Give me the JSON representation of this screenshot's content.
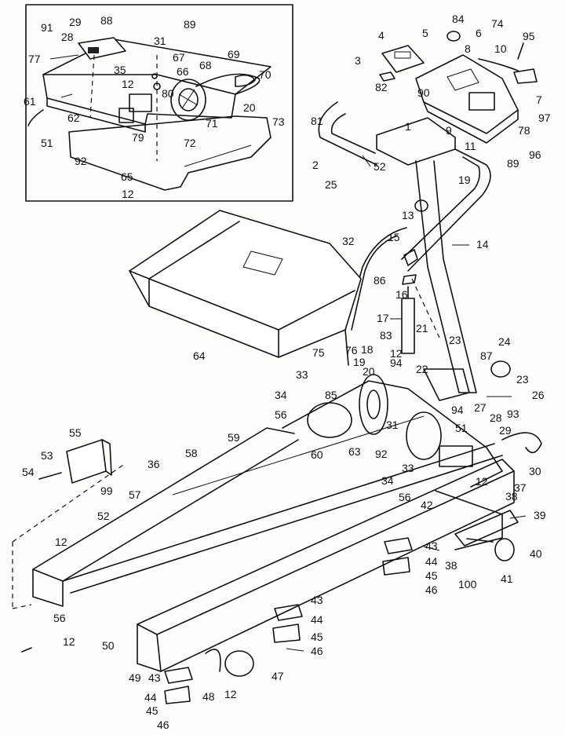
{
  "diagram": {
    "callouts": [
      "1",
      "2",
      "3",
      "4",
      "5",
      "6",
      "7",
      "8",
      "9",
      "10",
      "11",
      "12",
      "13",
      "14",
      "15",
      "16",
      "17",
      "18",
      "19",
      "20",
      "21",
      "22",
      "23",
      "24",
      "25",
      "26",
      "27",
      "28",
      "29",
      "30",
      "31",
      "32",
      "33",
      "34",
      "35",
      "36",
      "37",
      "38",
      "39",
      "40",
      "41",
      "42",
      "43",
      "44",
      "45",
      "46",
      "47",
      "48",
      "49",
      "50",
      "51",
      "52",
      "53",
      "54",
      "55",
      "56",
      "57",
      "58",
      "59",
      "60",
      "61",
      "62",
      "63",
      "64",
      "65",
      "66",
      "67",
      "68",
      "69",
      "70",
      "71",
      "72",
      "73",
      "74",
      "75",
      "76",
      "77",
      "78",
      "79",
      "80",
      "81",
      "82",
      "83",
      "84",
      "85",
      "86",
      "87",
      "88",
      "89",
      "90",
      "91",
      "92",
      "93",
      "94",
      "95",
      "96",
      "97",
      "99",
      "100"
    ]
  }
}
